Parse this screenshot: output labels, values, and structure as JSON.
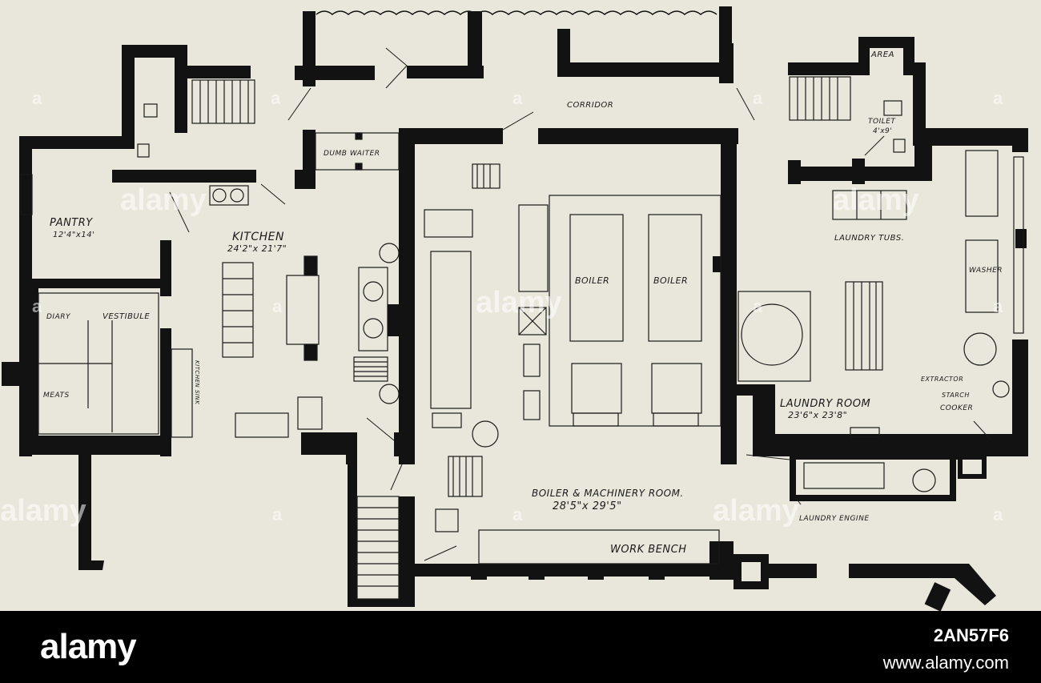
{
  "floor_plan": {
    "rooms": {
      "pantry": "PANTRY",
      "pantry_size": "12'4\"x14'",
      "kitchen": "KITCHEN",
      "kitchen_size": "24'2\"x 21'7\"",
      "dumb_waiter": "DUMB WAITER",
      "corridor": "CORRIDOR",
      "area": "AREA",
      "toilet": "TOILET",
      "toilet_size": "4'x9'",
      "laundry_tubs": "LAUNDRY TUBS.",
      "washer": "WASHER",
      "boiler_1": "BOILER",
      "boiler_2": "BOILER",
      "diary": "DIARY",
      "vestibule": "VESTIBULE",
      "meats": "MEATS",
      "kitchen_sink": "KITCHEN SINK",
      "extractor": "EXTRACTOR",
      "starch_cooker_1": "STARCH",
      "starch_cooker_2": "COOKER",
      "laundry_room": "LAUNDRY ROOM",
      "laundry_room_size": "23'6\"x 23'8\"",
      "boiler_machinery_room": "BOILER & MACHINERY ROOM.",
      "boiler_machinery_room_size": "28'5\"x 29'5\"",
      "laundry_engine": "LAUNDRY ENGINE",
      "work_bench": "WORK BENCH"
    },
    "watermarks": [
      "a",
      "alamy",
      "a",
      "a",
      "a",
      "a",
      "a",
      "alamy",
      "a",
      "a",
      "alamy",
      "alamy",
      "alamy",
      "a",
      "a",
      "alamy",
      "a",
      "a"
    ]
  },
  "footer": {
    "logo": "alamy",
    "image_id": "2AN57F6",
    "url": "www.alamy.com"
  }
}
